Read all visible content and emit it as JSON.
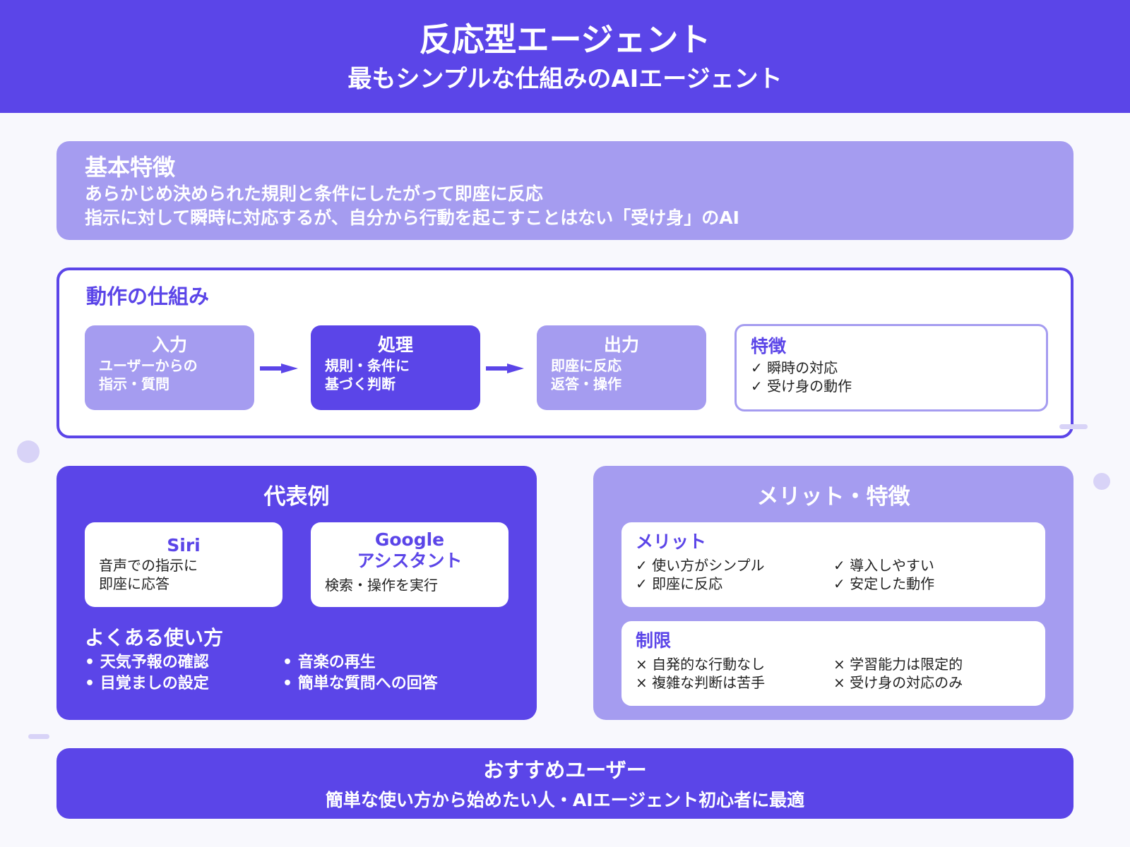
{
  "header": {
    "title": "反応型エージェント",
    "subtitle": "最もシンプルな仕組みのAIエージェント"
  },
  "basic": {
    "heading": "基本特徴",
    "lines": [
      "あらかじめ決められた規則と条件にしたがって即座に反応",
      "指示に対して瞬時に対応するが、自分から行動を起こすことはない「受け身」のAI"
    ]
  },
  "mechanism": {
    "heading": "動作の仕組み",
    "steps": [
      {
        "title": "入力",
        "desc": [
          "ユーザーからの",
          "指示・質問"
        ]
      },
      {
        "title": "処理",
        "desc": [
          "規則・条件に",
          "基づく判断"
        ]
      },
      {
        "title": "出力",
        "desc": [
          "即座に反応",
          "返答・操作"
        ]
      }
    ],
    "feature": {
      "heading": "特徴",
      "items": [
        "✓ 瞬時の対応",
        "✓ 受け身の動作"
      ]
    }
  },
  "examples": {
    "heading": "代表例",
    "cards": [
      {
        "title": "Siri",
        "desc": [
          "音声での指示に",
          "即座に応答"
        ]
      },
      {
        "title_lines": [
          "Google",
          "アシスタント"
        ],
        "desc": [
          "検索・操作を実行"
        ]
      }
    ],
    "usage_heading": "よくある使い方",
    "usage_items": [
      "• 天気予報の確認",
      "• 目覚ましの設定",
      "• 音楽の再生",
      "• 簡単な質問への回答"
    ]
  },
  "merits": {
    "heading": "メリット・特徴",
    "merit": {
      "heading": "メリット",
      "items": [
        "✓ 使い方がシンプル",
        "✓ 即座に反応",
        "✓ 導入しやすい",
        "✓ 安定した動作"
      ]
    },
    "limits": {
      "heading": "制限",
      "items": [
        "× 自発的な行動なし",
        "× 複雑な判断は苦手",
        "× 学習能力は限定的",
        "× 受け身の対応のみ"
      ]
    }
  },
  "recommend": {
    "heading": "おすすめユーザー",
    "desc": "簡単な使い方から始めたい人・AIエージェント初心者に最適"
  },
  "colors": {
    "primary": "#5b45e8",
    "light": "#a59cf0",
    "decor": "#d8d3f7"
  }
}
